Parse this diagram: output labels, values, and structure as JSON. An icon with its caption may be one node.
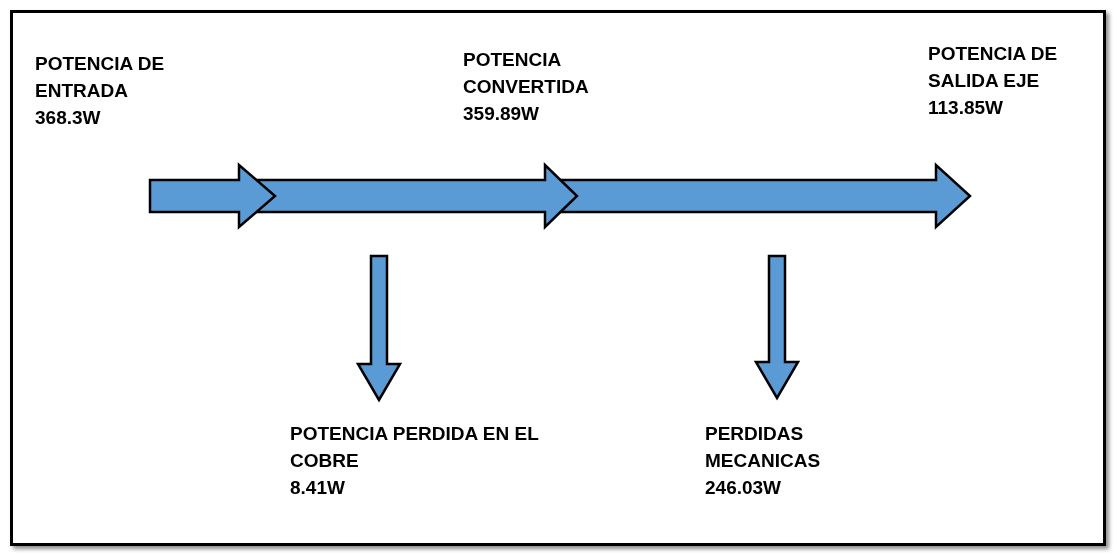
{
  "diagram": {
    "nodes": [
      {
        "text": [
          "POTENCIA DE ENTRADA",
          "368.3W"
        ]
      },
      {
        "text": [
          "POTENCIA CONVERTIDA",
          "359.89W"
        ]
      },
      {
        "text": [
          "POTENCIA DE SALIDA EJE",
          "113.85W"
        ]
      },
      {
        "text": [
          "POTENCIA PERDIDA EN EL COBRE",
          "8.41W"
        ]
      },
      {
        "text": [
          "PERDIDAS MECANICAS",
          "246.03W"
        ]
      }
    ],
    "edges": [
      {
        "from": 0,
        "to": 1,
        "arrow": "to"
      },
      {
        "from": 1,
        "to": 2,
        "arrow": "to"
      },
      {
        "from": null,
        "to": 3,
        "arrow": "to"
      },
      {
        "from": null,
        "to": 4,
        "arrow": "to"
      }
    ]
  }
}
